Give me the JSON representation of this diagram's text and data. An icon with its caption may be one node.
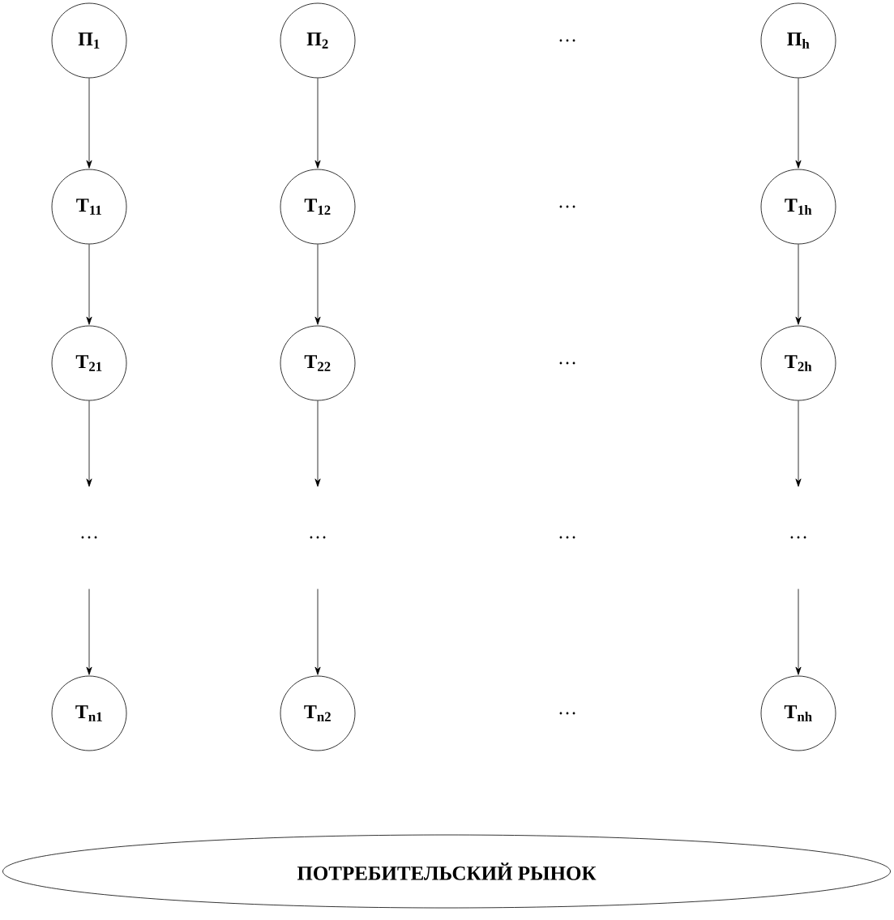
{
  "diagram": {
    "nodes": [
      {
        "text": [
          "П$_{1}$"
        ]
      },
      {
        "text": [
          "П$_{2}$"
        ]
      },
      {
        "text": [
          "П$_{h}$"
        ]
      },
      {
        "text": [
          "Т$_{11}$"
        ]
      },
      {
        "text": [
          "Т$_{12}$"
        ]
      },
      {
        "text": [
          "Т$_{1h}$"
        ]
      },
      {
        "text": [
          "Т$_{21}$"
        ]
      },
      {
        "text": [
          "Т$_{22}$"
        ]
      },
      {
        "text": [
          "Т$_{2h}$"
        ]
      },
      {
        "text": [
          "Т$_{n1}$"
        ]
      },
      {
        "text": [
          "Т$_{n2}$"
        ]
      },
      {
        "text": [
          "Т$_{nh}$"
        ]
      },
      {
        "text": [
          "ПОТРЕБИТЕЛЬСКИЙ РЫНОК"
        ]
      }
    ],
    "edges": [
      {
        "from": 0,
        "to": 3,
        "arrow": "to"
      },
      {
        "from": 1,
        "to": 4,
        "arrow": "to"
      },
      {
        "from": 2,
        "to": 5,
        "arrow": "to"
      },
      {
        "from": 3,
        "to": 6,
        "arrow": "to"
      },
      {
        "from": 4,
        "to": 7,
        "arrow": "to"
      },
      {
        "from": 5,
        "to": 8,
        "arrow": "to"
      },
      {
        "from": 6,
        "to": null,
        "arrow": "to"
      },
      {
        "from": 7,
        "to": null,
        "arrow": "to"
      },
      {
        "from": 8,
        "to": null,
        "arrow": "to"
      },
      {
        "from": null,
        "to": 9,
        "arrow": "to"
      },
      {
        "from": null,
        "to": 10,
        "arrow": "to"
      },
      {
        "from": null,
        "to": 11,
        "arrow": "to"
      }
    ],
    "labels": [
      "…",
      "…",
      "…",
      "…",
      "…",
      "…",
      "…",
      "…"
    ]
  }
}
